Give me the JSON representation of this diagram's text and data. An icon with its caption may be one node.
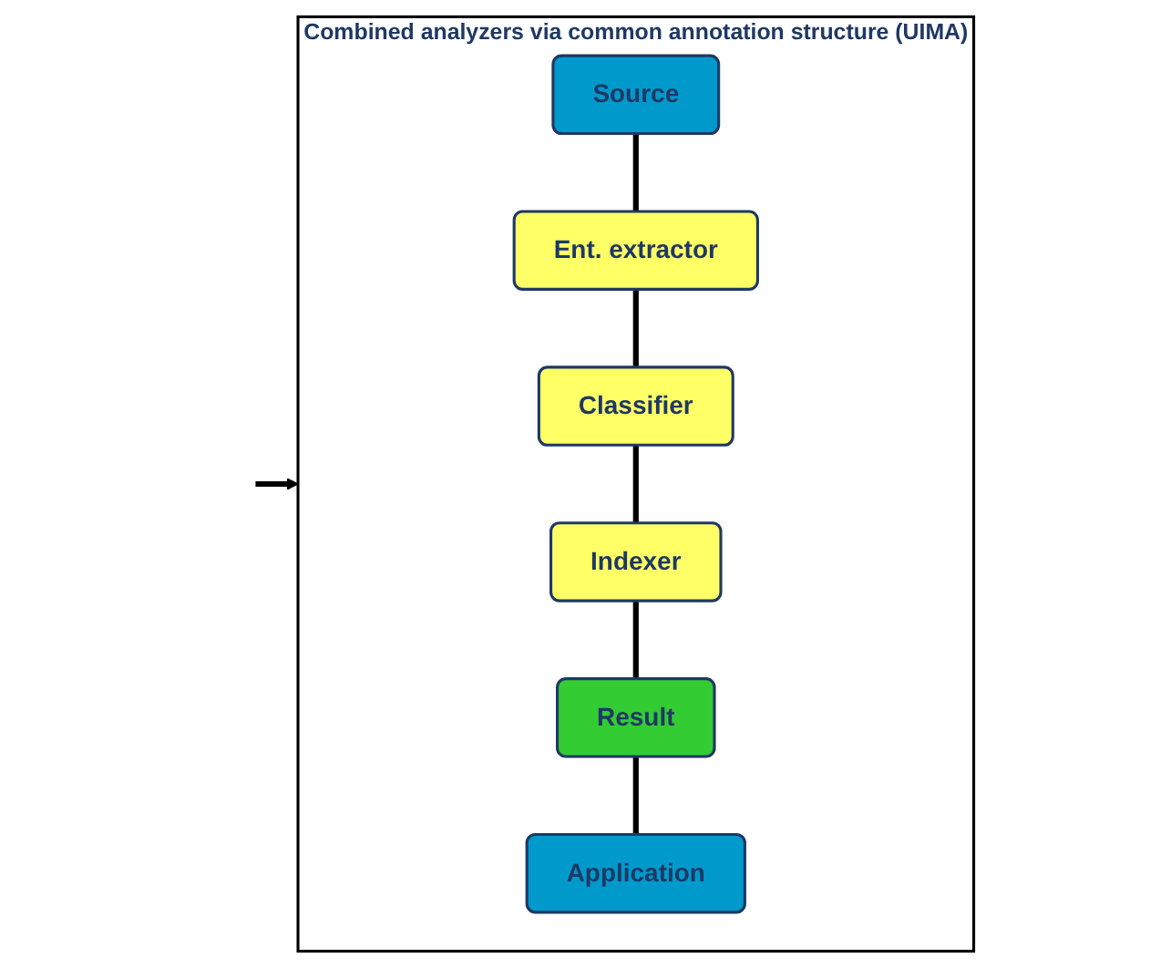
{
  "diagram": {
    "nodes": [
      {
        "text": [
          "Combined analyzers via common annotation structure (UIMA)"
        ]
      },
      {
        "text": [
          "Source"
        ],
        "in": 0
      },
      {
        "text": [
          "Ent. extractor"
        ],
        "in": 0
      },
      {
        "text": [
          "Classifier"
        ],
        "in": 0
      },
      {
        "text": [
          "Indexer"
        ],
        "in": 0
      },
      {
        "text": [
          "Result"
        ],
        "in": 0
      },
      {
        "text": [
          "Application"
        ],
        "in": 0
      }
    ],
    "edges": [
      {
        "from": null,
        "to": 0,
        "arrow": "to"
      },
      {
        "from": 1,
        "to": 2,
        "arrow": "none"
      },
      {
        "from": 2,
        "to": 3,
        "arrow": "none"
      },
      {
        "from": 3,
        "to": 4,
        "arrow": "none"
      },
      {
        "from": 4,
        "to": 5,
        "arrow": "none"
      },
      {
        "from": 5,
        "to": 6,
        "arrow": "none"
      }
    ]
  }
}
